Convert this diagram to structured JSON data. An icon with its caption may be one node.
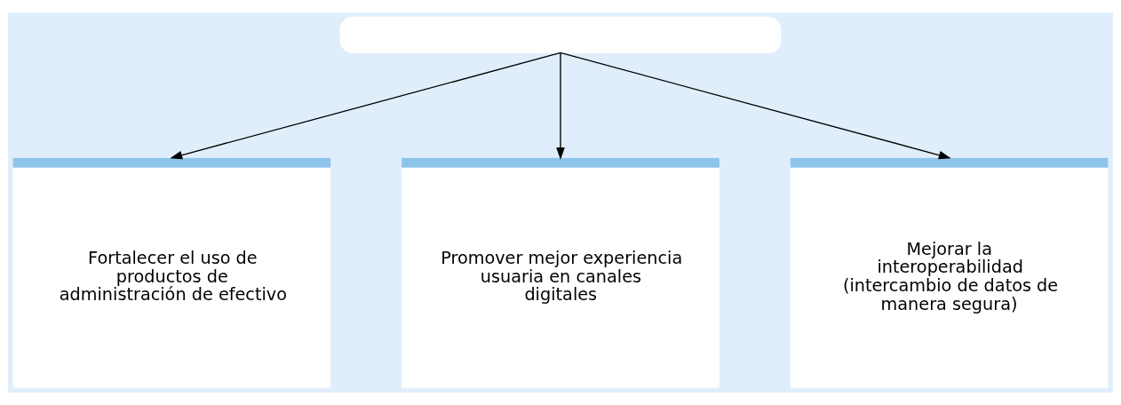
{
  "diagram": {
    "nodes": [
      {
        "text": [],
        "shape": "box"
      },
      {
        "text": [
          "Fortalecer el uso de productos de administración de efectivo"
        ]
      },
      {
        "text": [
          "Promover mejor experiencia usuaria en canales digitales"
        ]
      },
      {
        "text": [
          "Mejorar la interoperabilidad (intercambio de datos de manera segura)"
        ]
      }
    ],
    "edges": [
      {
        "from": 0,
        "to": 1,
        "arrow": "to"
      },
      {
        "from": 0,
        "to": 2,
        "arrow": "to"
      },
      {
        "from": 0,
        "to": 3,
        "arrow": "to"
      }
    ]
  }
}
